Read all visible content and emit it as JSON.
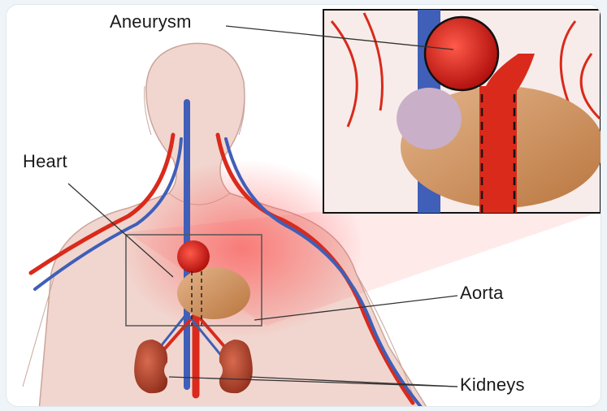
{
  "labels": {
    "aneurysm": "Aneurysm",
    "heart": "Heart",
    "aorta": "Aorta",
    "kidneys": "Kidneys"
  },
  "colors": {
    "artery": "#d92a1c",
    "vein": "#3f5fb8",
    "skin": "#f1d6cf",
    "heart": "#c98a5a",
    "glow": "#ff4a4a"
  }
}
